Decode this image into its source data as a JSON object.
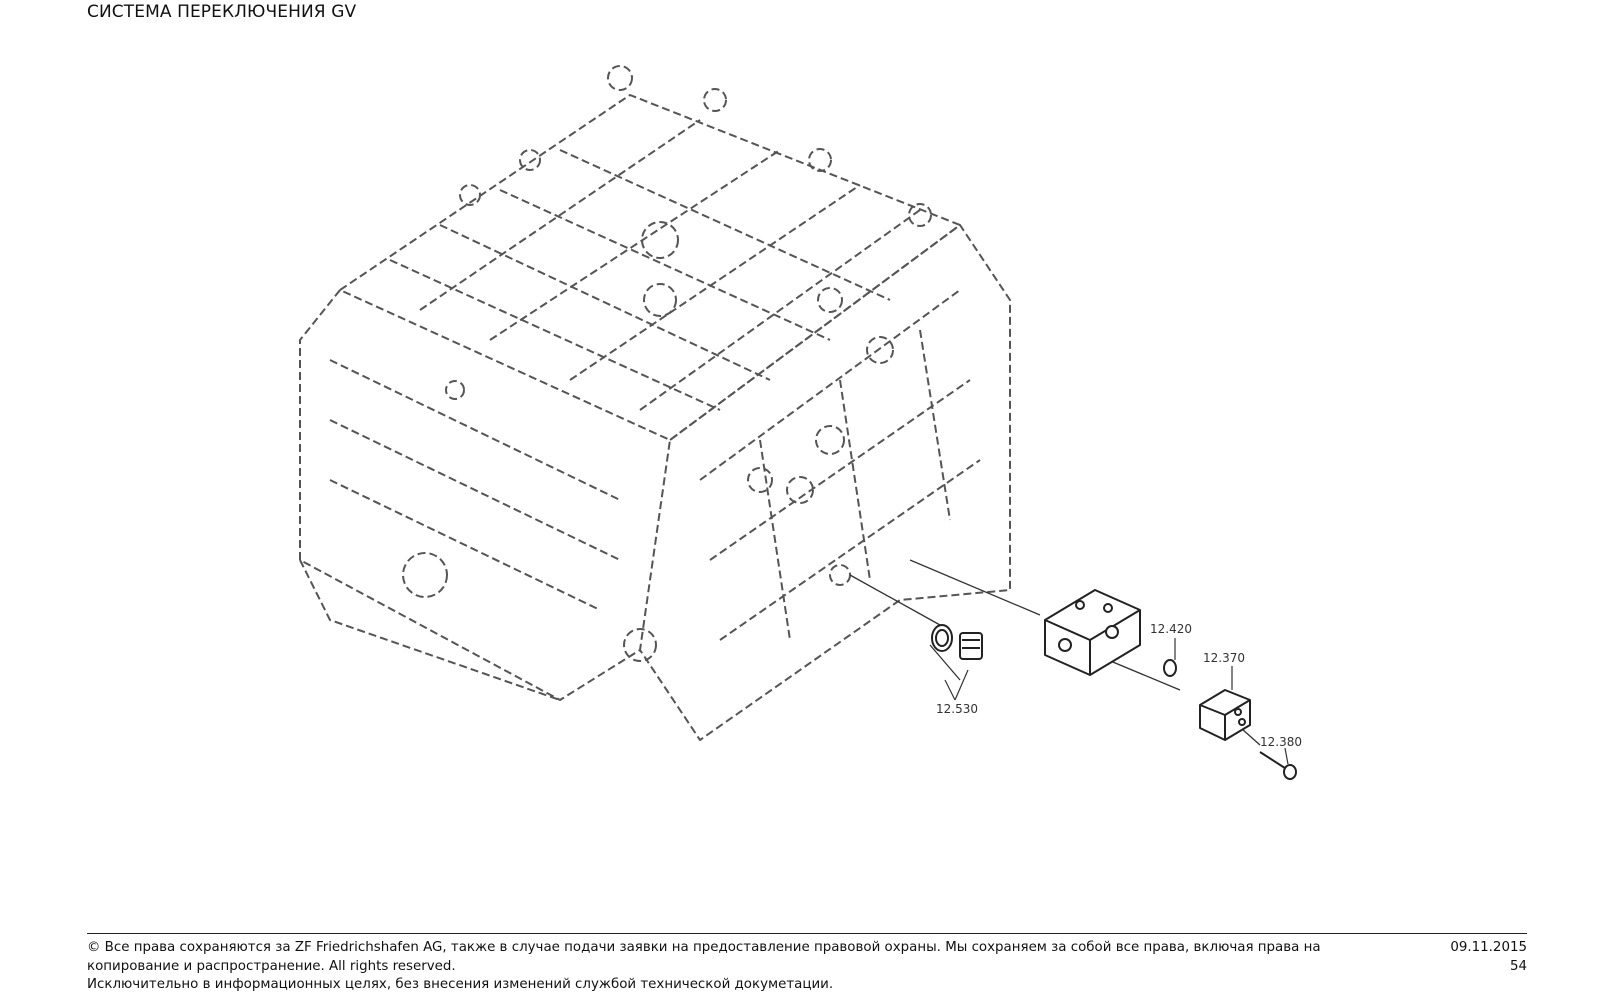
{
  "page": {
    "title": "СИСТЕМА ПЕРЕКЛЮЧЕНИЯ GV"
  },
  "diagram": {
    "callouts": [
      {
        "id": "12.420",
        "label": "12.420"
      },
      {
        "id": "12.370",
        "label": "12.370"
      },
      {
        "id": "12.530",
        "label": "12.530"
      },
      {
        "id": "12.380",
        "label": "12.380"
      }
    ],
    "line_color": "#444444"
  },
  "footer": {
    "copyright_line1": "© Все права сохраняются за ZF Friedrichshafen AG, также в случае подачи заявки на предоставление правовой охраны. Мы сохраняем за собой все права, включая права на",
    "copyright_line2": "копирование и распространение. All rights reserved.",
    "disclaimer": "Исключительно в информационных целях, без внесения изменений службой технической докуметации.",
    "date": "09.11.2015",
    "page_number": "54"
  }
}
